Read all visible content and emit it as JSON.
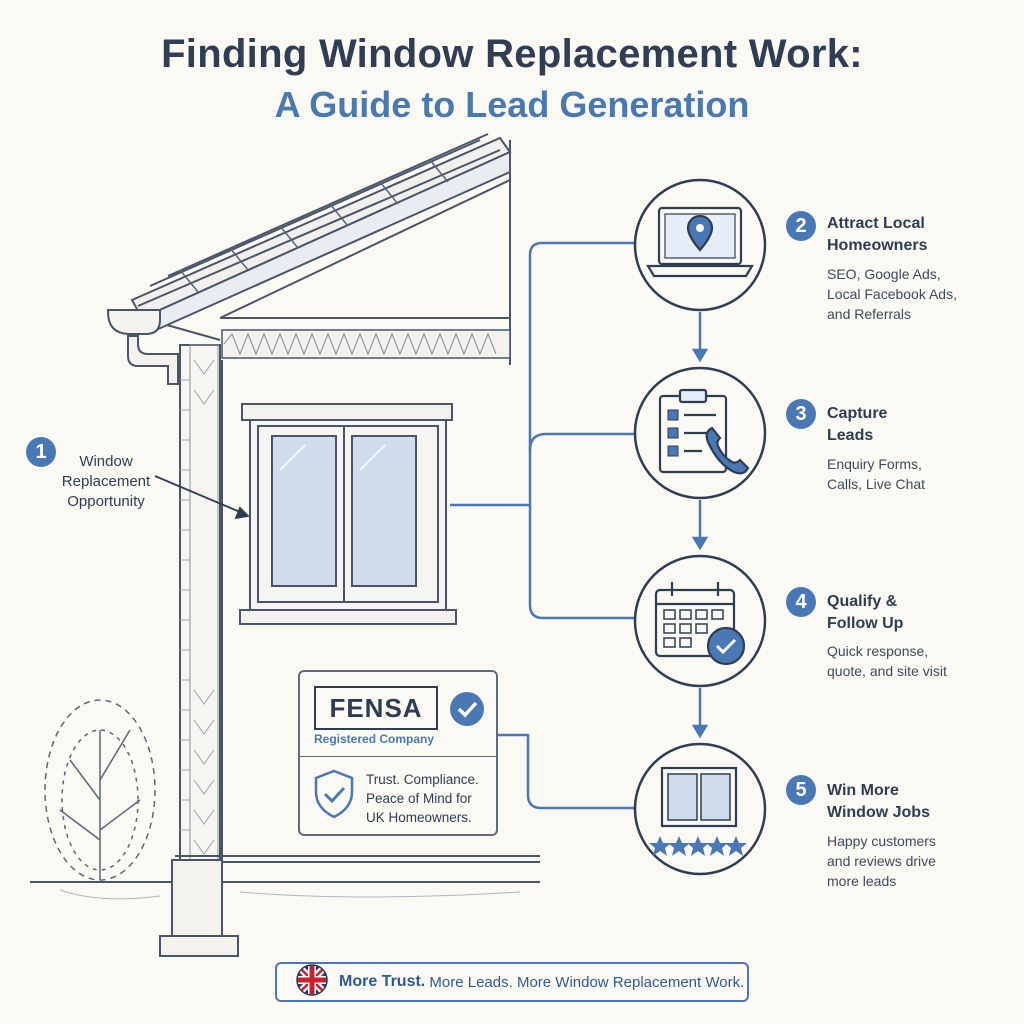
{
  "title": "Finding Window Replacement Work:",
  "subtitle": "A Guide to Lead Generation",
  "opportunity": {
    "number": "1",
    "lines": [
      "Window",
      "Replacement",
      "Opportunity"
    ]
  },
  "steps": [
    {
      "number": "2",
      "title_lines": [
        "Attract Local",
        "Homeowners"
      ],
      "desc_lines": [
        "SEO, Google Ads,",
        "Local Facebook Ads,",
        "and Referrals"
      ],
      "icon": "laptop-location-icon"
    },
    {
      "number": "3",
      "title_lines": [
        "Capture",
        "Leads"
      ],
      "desc_lines": [
        "Enquiry Forms,",
        "Calls, Live Chat"
      ],
      "icon": "clipboard-phone-icon"
    },
    {
      "number": "4",
      "title_lines": [
        "Qualify &",
        "Follow Up"
      ],
      "desc_lines": [
        "Quick response,",
        "quote, and site visit"
      ],
      "icon": "calendar-check-icon"
    },
    {
      "number": "5",
      "title_lines": [
        "Win More",
        "Window Jobs"
      ],
      "desc_lines": [
        "Happy customers",
        "and reviews drive",
        "more leads"
      ],
      "icon": "window-stars-icon"
    }
  ],
  "fensa": {
    "logo": "FENSA",
    "registered": "Registered Company",
    "text_lines": [
      "Trust. Compliance.",
      "Peace of Mind for",
      "UK Homeowners."
    ]
  },
  "footer": {
    "strong": "More Trust.",
    "rest": " More Leads. More Window Replacement Work.",
    "icon": "uk-flag-icon"
  },
  "colors": {
    "accent": "#4a78b4",
    "ink": "#2e3d52",
    "background": "#fbf9f3",
    "glass": "#cfdcec"
  }
}
